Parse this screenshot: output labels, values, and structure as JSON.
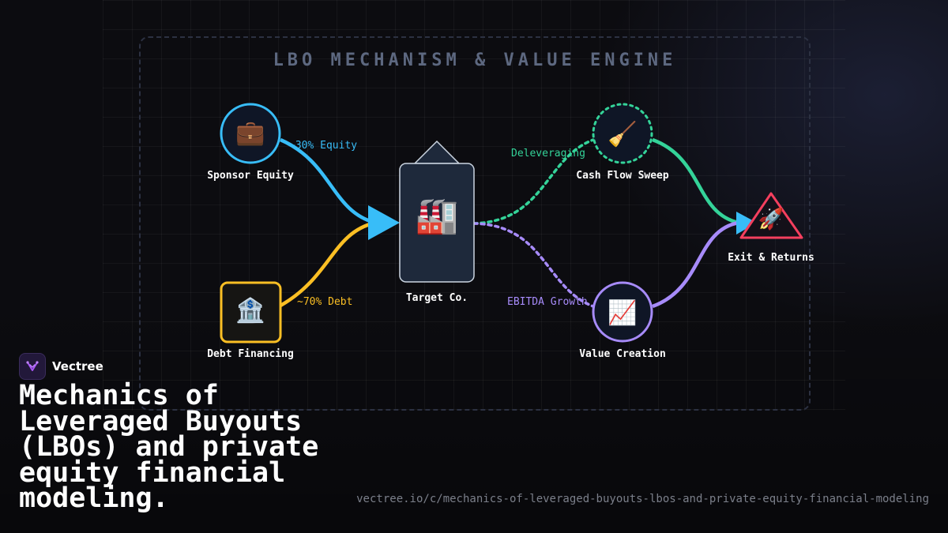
{
  "diagram": {
    "title": "LBO MECHANISM & VALUE ENGINE",
    "nodes": [
      {
        "id": "sponsor",
        "label": "Sponsor Equity",
        "icon": "briefcase-icon",
        "glyph": "💼",
        "color": "#38bdf8"
      },
      {
        "id": "debt",
        "label": "Debt Financing",
        "icon": "bank-icon",
        "glyph": "🏦",
        "color": "#fbbf24"
      },
      {
        "id": "target",
        "label": "Target Co.",
        "icon": "factory-icon",
        "glyph": "🏭",
        "color": "#cbd5e1"
      },
      {
        "id": "sweep",
        "label": "Cash Flow Sweep",
        "icon": "broom-icon",
        "glyph": "🧹",
        "color": "#34d399"
      },
      {
        "id": "value",
        "label": "Value Creation",
        "icon": "chart-up-icon",
        "glyph": "📈",
        "color": "#a78bfa"
      },
      {
        "id": "exit",
        "label": "Exit & Returns",
        "icon": "rocket-icon",
        "glyph": "🚀",
        "color": "#f43f5e"
      }
    ],
    "edges": [
      {
        "from": "sponsor",
        "to": "target",
        "label": "~30% Equity",
        "color": "#38bdf8",
        "style": "solid"
      },
      {
        "from": "debt",
        "to": "target",
        "label": "~70% Debt",
        "color": "#fbbf24",
        "style": "solid"
      },
      {
        "from": "target",
        "to": "sweep",
        "label": "Deleveraging",
        "color": "#34d399",
        "style": "dotted"
      },
      {
        "from": "target",
        "to": "value",
        "label": "EBITDA Growth",
        "color": "#a78bfa",
        "style": "dotted"
      },
      {
        "from": "sweep",
        "to": "exit",
        "label": "",
        "color": "#34d399",
        "style": "solid"
      },
      {
        "from": "value",
        "to": "exit",
        "label": "",
        "color": "#a78bfa",
        "style": "solid"
      }
    ]
  },
  "brand": {
    "name": "Vectree",
    "logo_icon": "vectree-logo-icon",
    "accent": "#a855f7"
  },
  "headline": "Mechanics of Leveraged Buyouts (LBOs) and private equity financial modeling.",
  "url": "vectree.io/c/mechanics-of-leveraged-buyouts-lbos-and-private-equity-financial-modeling"
}
